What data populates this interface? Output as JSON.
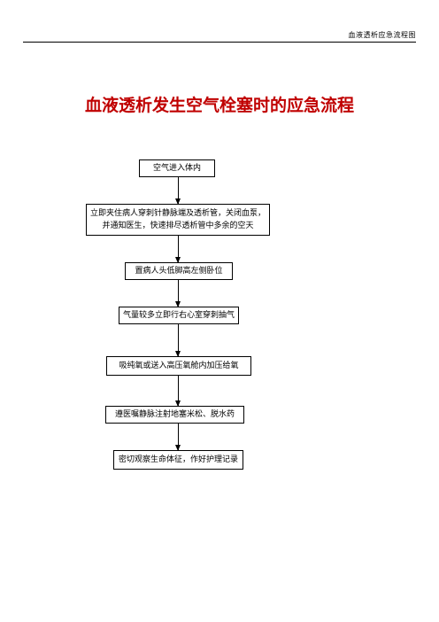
{
  "header": {
    "text": "血液透析应急流程图"
  },
  "title": "血液透析发生空气栓塞时的应急流程",
  "steps": [
    {
      "lines": [
        "空气进入体内"
      ]
    },
    {
      "lines": [
        "立即夹住病人穿刺针静脉端及透析管，关闭血泵，",
        "并通知医生，快速排尽透析管中多余的空天"
      ]
    },
    {
      "lines": [
        "置病人头低脚高左侧卧位"
      ]
    },
    {
      "lines": [
        "气量较多立即行右心室穿刺抽气"
      ]
    },
    {
      "lines": [
        "吸纯氧或送入高压氧舱内加压给氧"
      ]
    },
    {
      "lines": [
        "遵医嘱静脉注射地塞米松、脱水药"
      ]
    },
    {
      "lines": [
        "密切观察生命体征，作好护理记录"
      ]
    }
  ],
  "colors": {
    "title": "#c00000",
    "line": "#000000"
  }
}
